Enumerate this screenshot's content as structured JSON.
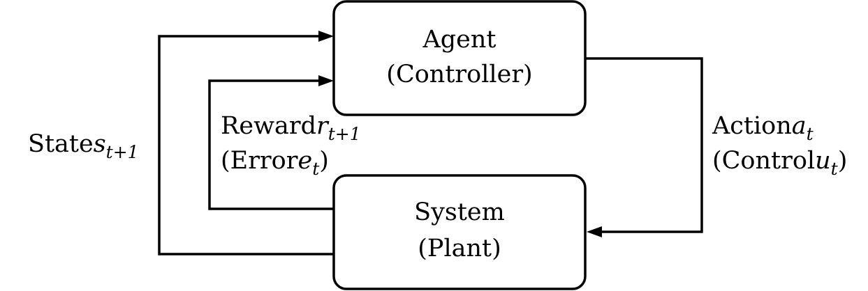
{
  "agent": {
    "title": "Agent",
    "subtitle": "(Controller)"
  },
  "system": {
    "title": "System",
    "subtitle": "(Plant)"
  },
  "state_signal": {
    "word": "State",
    "symbol": "s",
    "sub": "t+1"
  },
  "reward_signal": {
    "word": "Reward",
    "symbol": "r",
    "sub": "t+1",
    "alt_open": "(Error",
    "alt_symbol": "e",
    "alt_sub": "t",
    "alt_close": ")"
  },
  "action_signal": {
    "word": "Action",
    "symbol": "a",
    "sub": "t",
    "alt_open": "(Control",
    "alt_symbol": "u",
    "alt_sub": "t",
    "alt_close": ")"
  },
  "colors": {
    "stroke": "#000000",
    "background": "#ffffff"
  }
}
